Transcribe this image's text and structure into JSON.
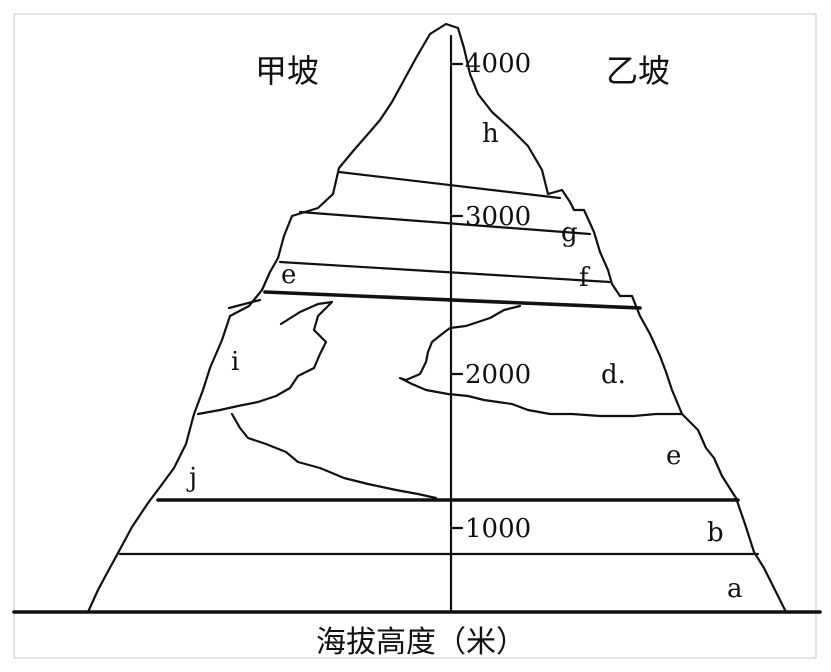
{
  "diagram": {
    "slope_left_label": "甲坡",
    "slope_right_label": "乙坡",
    "x_caption": "海拔高度（米）",
    "altitude_ticks": [
      {
        "label": "4000"
      },
      {
        "label": "3000"
      },
      {
        "label": "2000"
      },
      {
        "label": "1000"
      }
    ],
    "zone_labels": {
      "h": "h",
      "g": "g",
      "f": "f",
      "e_left": "e",
      "e_right": "e",
      "d": "d.",
      "i": "i",
      "j": "j",
      "b": "b",
      "a": "a"
    },
    "line_color": "#111111",
    "background": "#ffffff"
  }
}
